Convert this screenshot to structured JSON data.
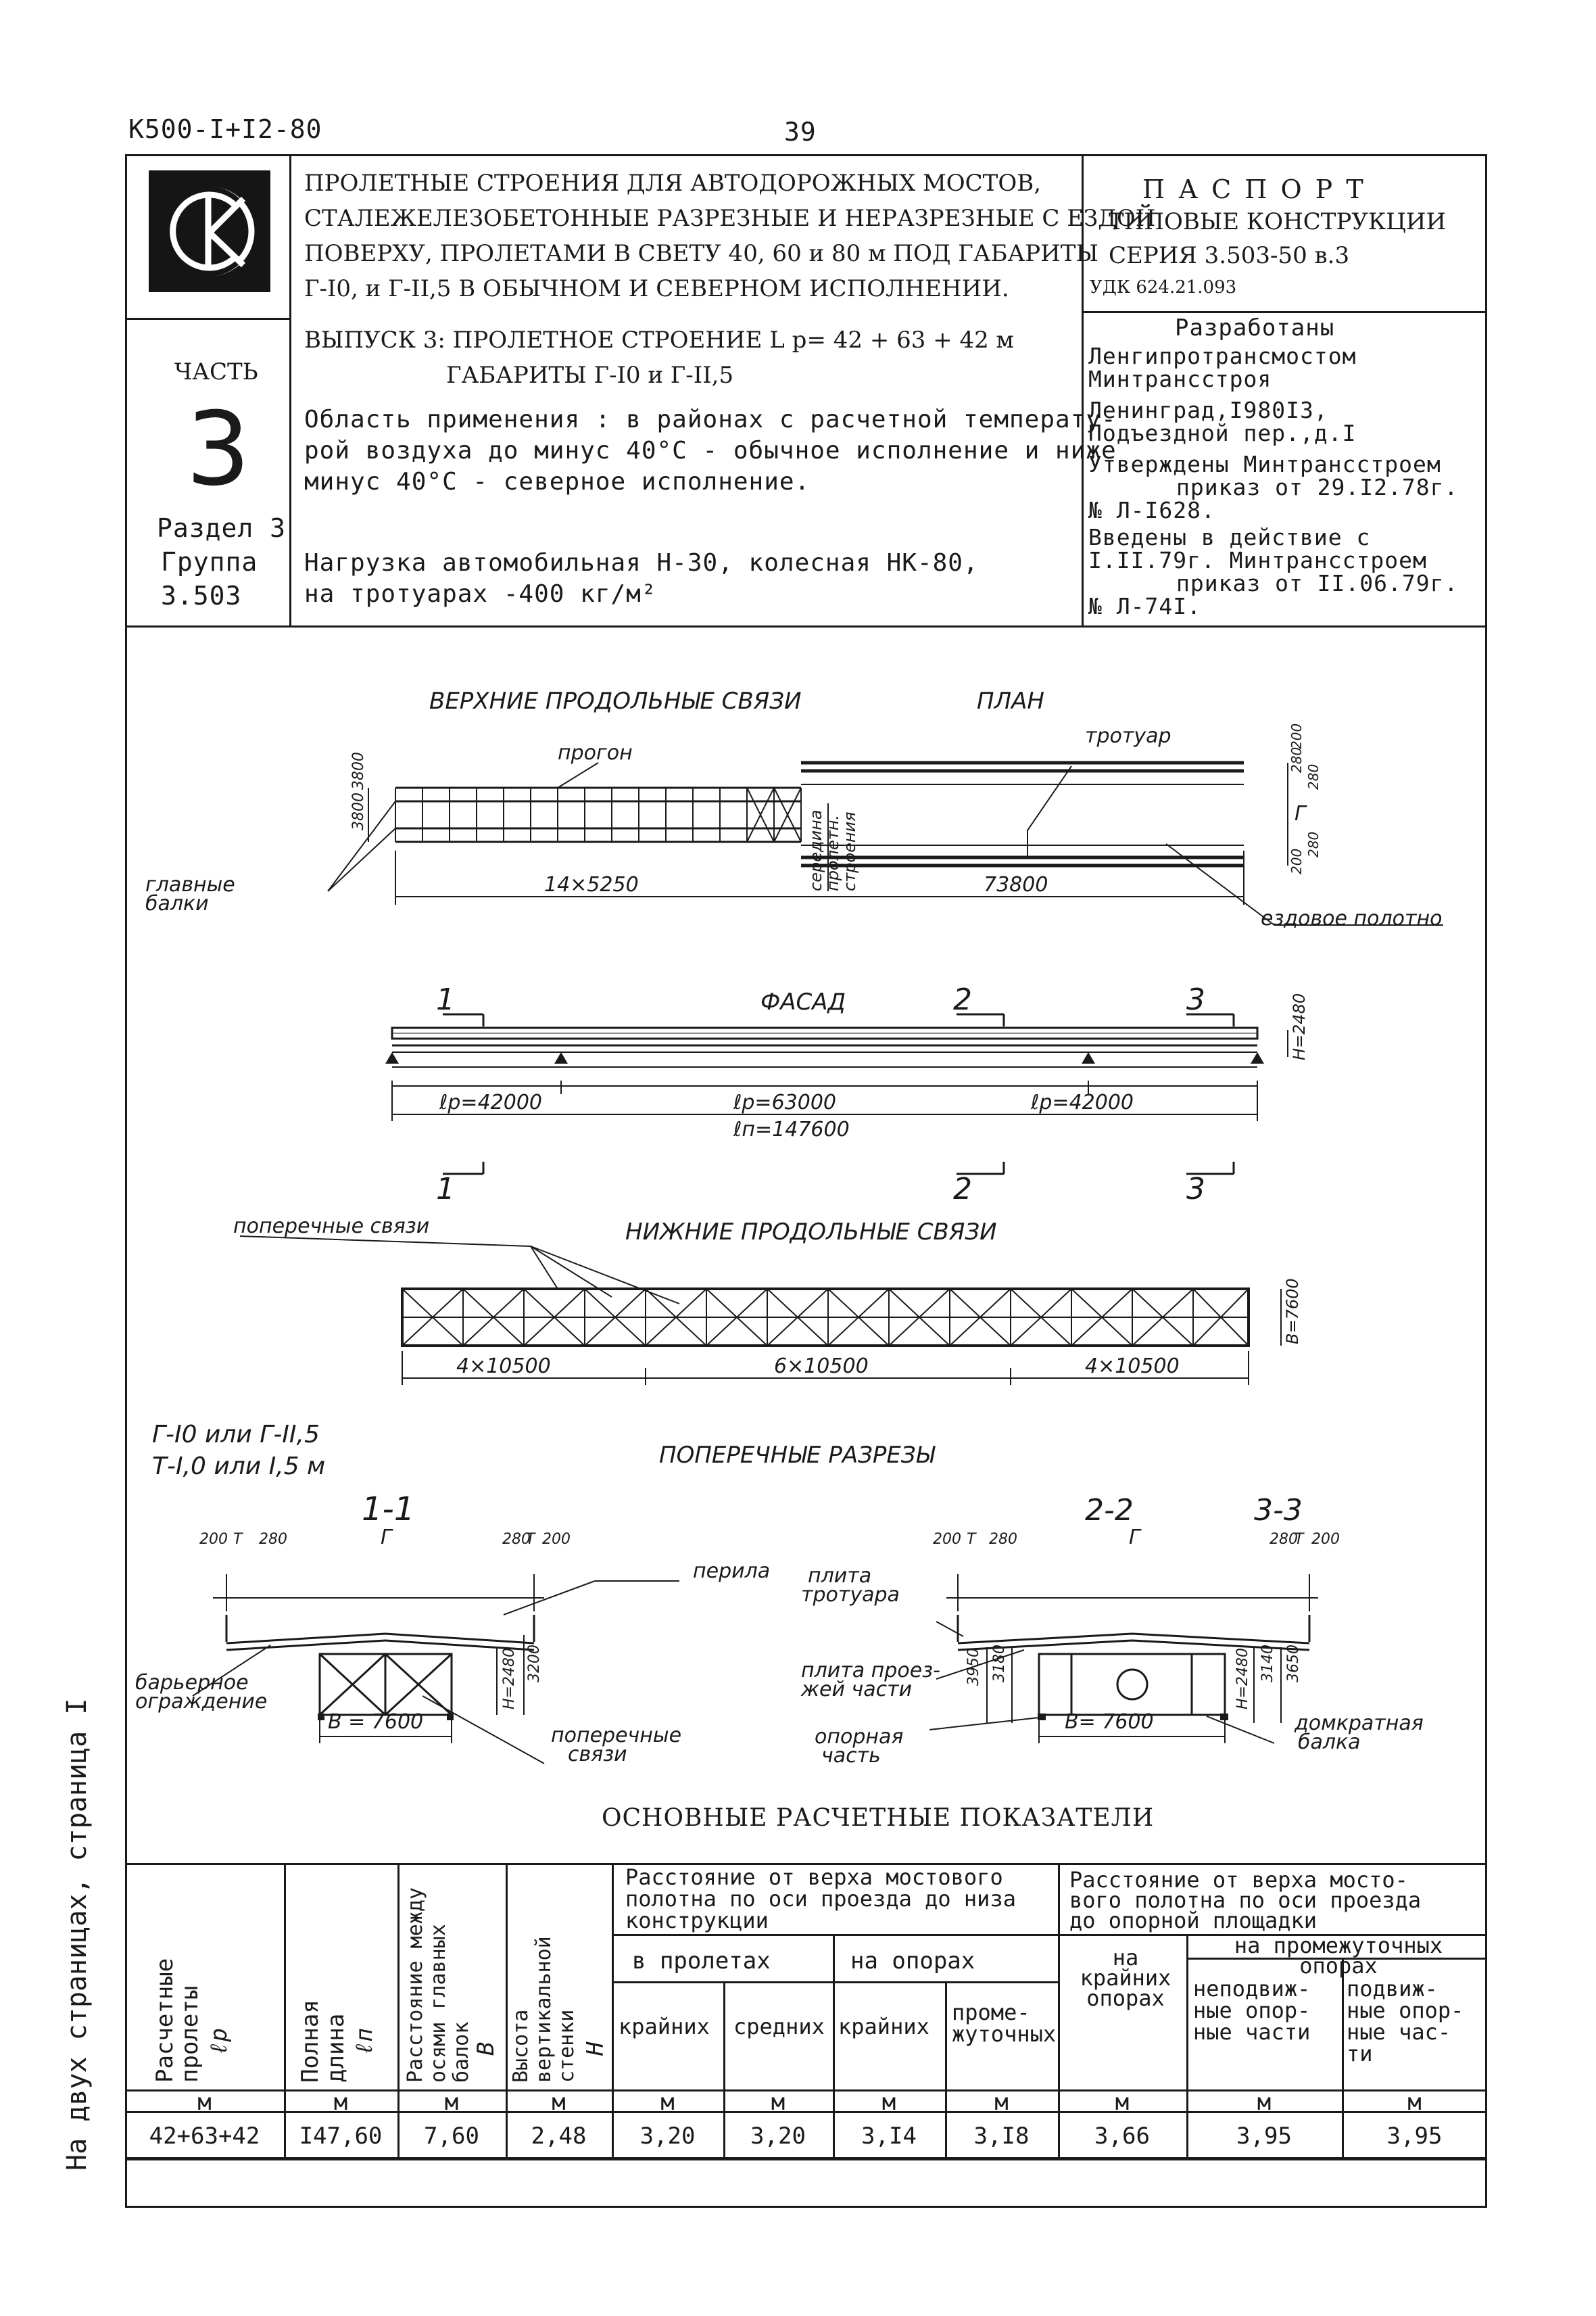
{
  "header": {
    "doc_code": "К500-I+I2-80",
    "page_number": "39"
  },
  "title_block": {
    "title_lines": [
      "ПРОЛЕТНЫЕ СТРОЕНИЯ ДЛЯ АВТОДОРОЖНЫХ МОСТОВ,",
      "СТАЛЕЖЕЛЕЗОБЕТОННЫЕ РАЗРЕЗНЫЕ И НЕРАЗРЕЗНЫЕ С ЕЗДОЙ",
      "ПОВЕРХУ, ПРОЛЕТАМИ В СВЕТУ 40, 60 и 80 м ПОД ГАБАРИТЫ",
      "Г-I0, и Г-II,5  В ОБЫЧНОМ И СЕВЕРНОМ ИСПОЛНЕНИИ."
    ],
    "issue_line_1": "ВЫПУСК 3: ПРОЛЕТНОЕ СТРОЕНИЕ L р= 42 + 63 + 42 м",
    "issue_line_2": "ГАБАРИТЫ Г-I0 и Г-II,5",
    "scope_lines": [
      "Область применения : в районах с расчетной температу-",
      "рой воздуха до минус 40°С  - обычное исполнение и ниже",
      "минус 40°С - северное исполнение."
    ],
    "load_lines": [
      "Нагрузка автомобильная Н-30, колесная НК-80,",
      "на тротуарах -400 кг/м²"
    ],
    "part_label": "ЧАСТЬ",
    "part_number": "3",
    "section_label": "Раздел 3",
    "group_label": "Группа",
    "group_value": "3.503"
  },
  "passport": {
    "title": "П А С П О Р Т",
    "subtitle": "ТИПОВЫЕ КОНСТРУКЦИИ",
    "series": "СЕРИЯ 3.503-50  в.3",
    "udk": "УДК 624.21.093",
    "developed_label": "Разработаны",
    "developer_lines": [
      "Ленгипротрансмостом",
      "Минтрансстроя"
    ],
    "address_lines": [
      "Ленинград,I980I3,",
      "Подъездной пер.,д.I"
    ],
    "approved_lines": [
      "Утверждены Минтрансстроем",
      "приказ от 29.I2.78г.",
      "№ Л-I628."
    ],
    "effective_lines": [
      "Введены в действие с",
      "I.II.79г. Минтрансстроем",
      "приказ от II.06.79г.",
      "№ Л-74I."
    ]
  },
  "drawings": {
    "plan_upper_title": "ВЕРХНИЕ ПРОДОЛЬНЫЕ СВЯЗИ",
    "plan_title": "ПЛАН",
    "progon": "прогон",
    "trotuar": "тротуар",
    "main_beams": [
      "главные",
      "балки"
    ],
    "span_left": "14×5250",
    "span_right": "73800",
    "middle_span": [
      "середина",
      "пролетн.",
      "строения"
    ],
    "roadway": "ездовое полотно",
    "dim_3800a": "3800",
    "dim_3800b": "3800",
    "dim_280a": "280",
    "dim_280b": "280",
    "dim_280c": "280",
    "dim_200a": "200",
    "dim_200b": "200",
    "dim_G": "Г",
    "facade_title": "ФАСАД",
    "sec_1": "1",
    "sec_2": "2",
    "sec_3": "3",
    "lp_1": "ℓр=42000",
    "lp_2": "ℓр=63000",
    "lp_3": "ℓр=42000",
    "ln_total": "ℓп=147600",
    "h_2480": "Н=2480",
    "lower_title": "НИЖНИЕ ПРОДОЛЬНЫЕ СВЯЗИ",
    "cross_ties": "поперечные связи",
    "lower_dim_1": "4×10500",
    "lower_dim_2": "6×10500",
    "lower_dim_3": "4×10500",
    "b_7600": "В=7600",
    "gabarit_line_1": "Г-I0 или Г-II,5",
    "gabarit_line_2": "Т-I,0 или I,5 м",
    "cross_title": "ПОПЕРЕЧНЫЕ РАЗРЕЗЫ",
    "sec_11": "1-1",
    "sec_22": "2-2",
    "sec_33": "3-3",
    "perila": "перила",
    "plita_trotuara": [
      "плита",
      "тротуара"
    ],
    "plita_proezjei": [
      "плита проез-",
      "жей части"
    ],
    "opornaya": [
      "опорная",
      "часть"
    ],
    "domkratnaya": [
      "домкратная",
      "балка"
    ],
    "barrier": [
      "барьерное",
      "ограждение"
    ],
    "poperechnye": [
      "поперечные",
      "связи"
    ],
    "b_left": "В = 7600",
    "b_right": "В= 7600",
    "top_dims_left": [
      "200",
      "Т",
      "280",
      "Г",
      "280",
      "Т",
      "200"
    ],
    "top_dims_right": [
      "200",
      "Т",
      "280",
      "Г",
      "280",
      "Т",
      "200"
    ],
    "h_left_2480": "Н=2480",
    "h_left_3200": "3200",
    "h_right_3950": "3950",
    "h_right_3180": "3180",
    "h_right_2480": "Н=2480",
    "h_right_3140": "3140",
    "h_right_3650": "3650"
  },
  "table": {
    "title": "ОСНОВНЫЕ РАСЧЕТНЫЕ ПОКАЗАТЕЛИ",
    "col1": [
      "Расчетные",
      "пролеты",
      "ℓр"
    ],
    "col2": [
      "Полная",
      "длина",
      "ℓп"
    ],
    "col3": [
      "Расстояние между",
      "осями главных",
      "балок",
      "В"
    ],
    "col4": [
      "Высота",
      "вертикальной",
      "стенки",
      "Н"
    ],
    "group_a": [
      "Расстояние от верха мостового",
      "полотна по оси проезда до низа",
      "конструкции"
    ],
    "group_b": [
      "Расстояние от верха мосто-",
      "вого полотна по оси проезда",
      "до опорной площадки"
    ],
    "sub_spans": "в пролетах",
    "sub_supports": "на опорах",
    "sub_extreme_supports": [
      "на",
      "крайних",
      "опорах"
    ],
    "sub_intermediate": [
      "на промежуточных",
      "опорах"
    ],
    "leaf_extreme": "крайних",
    "leaf_middle": "средних",
    "leaf_extreme2": "крайних",
    "leaf_interm": [
      "проме-",
      "жуточных"
    ],
    "leaf_fixed": [
      "неподвиж-",
      "ные опор-",
      "ные части"
    ],
    "leaf_mobile": [
      "подвиж-",
      "ные опор-",
      "ные час-",
      "ти"
    ],
    "units": [
      "м",
      "м",
      "м",
      "м",
      "м",
      "м",
      "м",
      "м",
      "м",
      "м",
      "м"
    ],
    "values": [
      "42+63+42",
      "I47,60",
      "7,60",
      "2,48",
      "3,20",
      "3,20",
      "3,I4",
      "3,I8",
      "3,66",
      "3,95",
      "3,95"
    ]
  },
  "side_note": "На двух страницах, страница I"
}
